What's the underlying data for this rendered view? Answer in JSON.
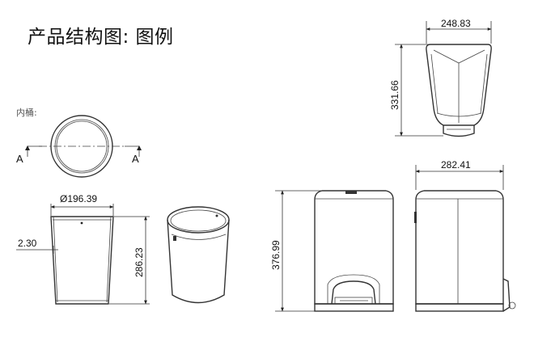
{
  "page": {
    "title": "产品结构图: 图例",
    "inner_bucket_label": "内桶:",
    "section_marker": "A"
  },
  "dimensions": {
    "top_view_width": "248.83",
    "top_view_depth": "331.66",
    "inner_diameter": "Ø196.39",
    "inner_wall": "2.30",
    "inner_height": "286.23",
    "total_height": "376.99",
    "side_depth": "282.41"
  }
}
